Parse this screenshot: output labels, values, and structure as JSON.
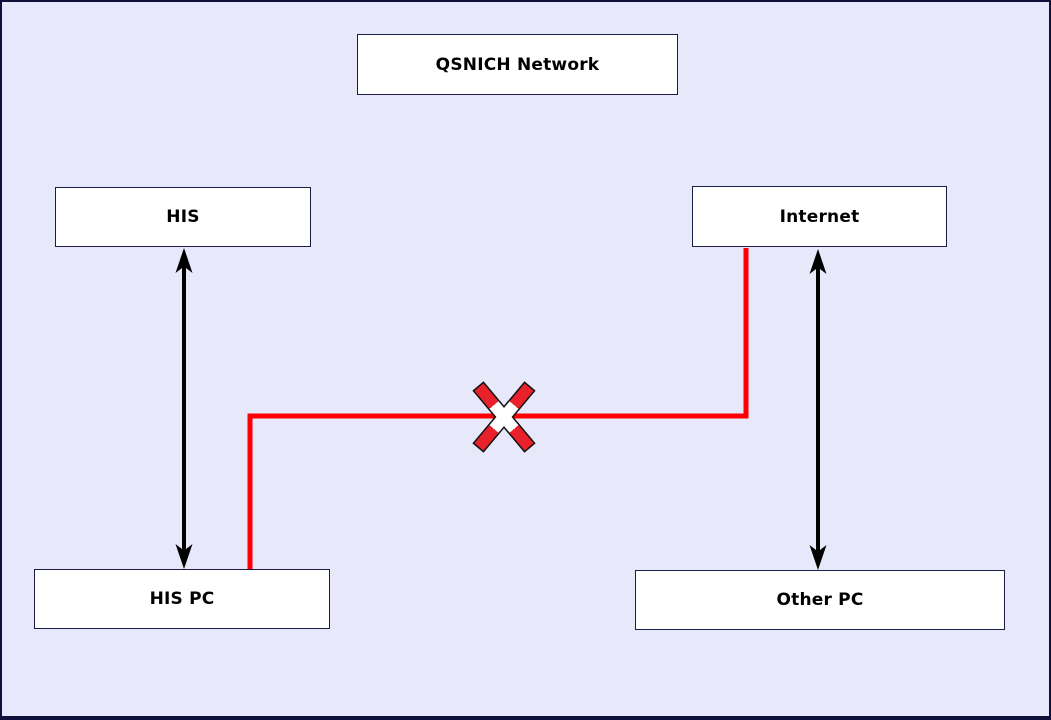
{
  "diagram": {
    "title": "QSNICH Network",
    "nodes": {
      "his": "HIS",
      "internet": "Internet",
      "his_pc": "HIS PC",
      "other_pc": "Other PC"
    },
    "connections": {
      "allowed": [
        "HIS <-> HIS PC",
        "Internet <-> Other PC"
      ],
      "blocked": "HIS PC -x- Internet"
    },
    "colors": {
      "background": "#e7e9fb",
      "frame_border": "#10103c",
      "box_border": "#1c1c44",
      "arrow_black": "#000000",
      "blocked_line_red": "#ff0000",
      "x_mark_red": "#e8212b",
      "x_mark_white": "#ffffff"
    },
    "icons": {
      "x_mark": "blocked-connection-x-icon"
    }
  }
}
